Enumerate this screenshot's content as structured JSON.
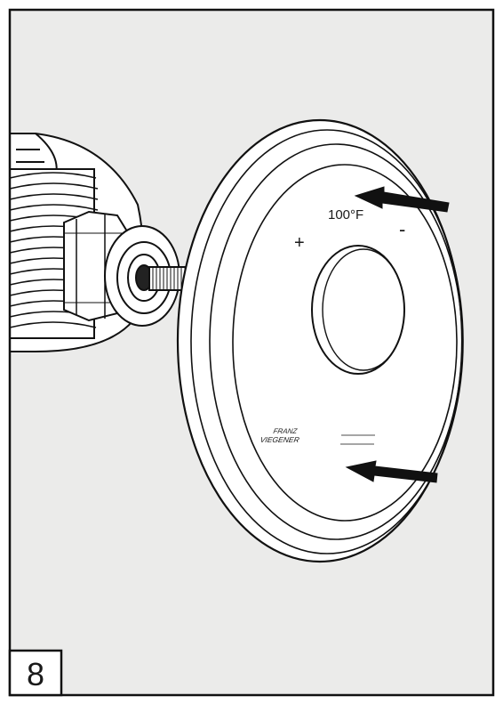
{
  "step": {
    "number": "8"
  },
  "trim_plate": {
    "temperature_label": "100°F",
    "plus_label": "+",
    "minus_label": "-",
    "brand_line1": "FRANZ",
    "brand_line2": "VIEGENER"
  },
  "colors": {
    "background": "#ebebea",
    "outline": "#111111",
    "plate": "#ffffff",
    "arrow": "#111111"
  }
}
